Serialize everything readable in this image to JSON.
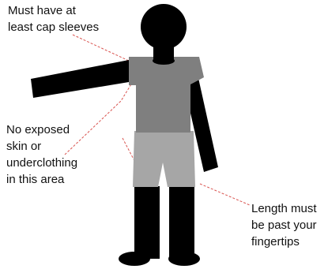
{
  "colors": {
    "figure": "#000000",
    "shirt": "#7f7f7f",
    "shorts": "#a6a6a6",
    "callout_line": "#d9534f",
    "text": "#111111"
  },
  "annotations": {
    "sleeves": {
      "lines": [
        "Must have at",
        "least cap sleeves"
      ]
    },
    "skin": {
      "lines": [
        "No exposed",
        "skin or",
        "underclothing",
        "in this area"
      ]
    },
    "length": {
      "lines": [
        "Length must",
        "be past your",
        "fingertips"
      ]
    }
  }
}
